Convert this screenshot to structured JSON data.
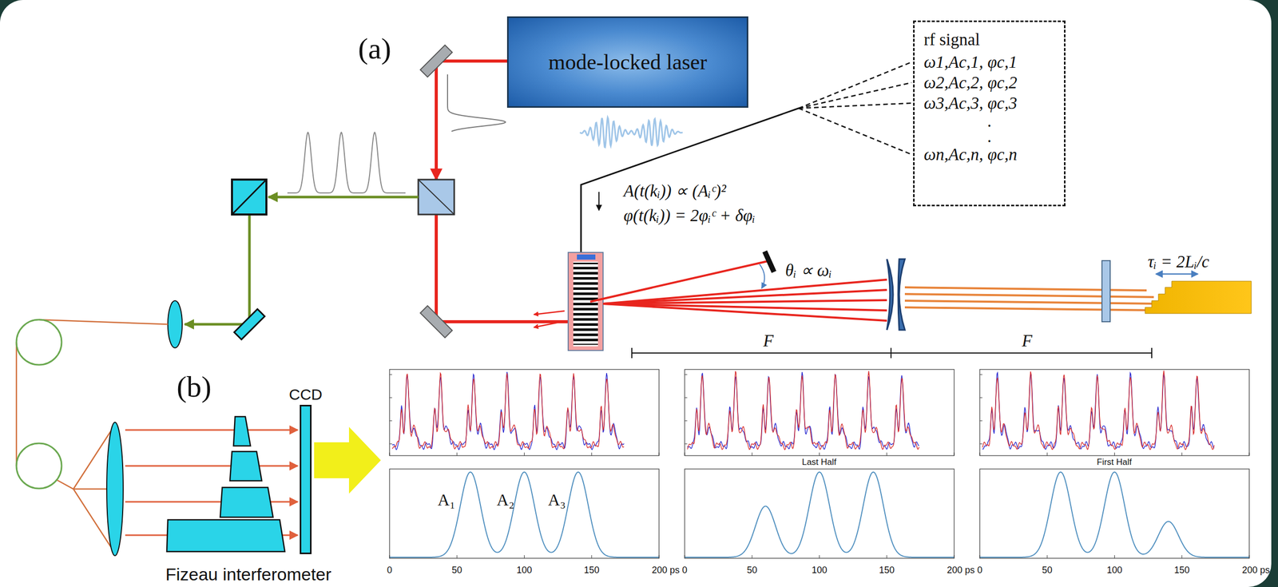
{
  "diagram": {
    "nodes": [
      {
        "text": [
          "mode-locked laser"
        ]
      },
      {
        "text": [
          "rf signal",
          "ω1,Ac,1, φc,1",
          "ω2,Ac,2, φc,2",
          "ω3,Ac,3, φc,3",
          ".",
          ".",
          "ωn,Ac,n, φc,n"
        ]
      },
      {
        "text": [
          "CCD"
        ]
      }
    ],
    "labels": [
      "(a)",
      "A(t(kᵢ)) ∝ (Aᵢᶜ)²",
      "φ(t(kᵢ)) = 2φᵢᶜ + δφᵢ",
      "θᵢ ∝ ωᵢ",
      "τᵢ = 2Lᵢ/c",
      "F",
      "F",
      "(b)",
      "Fizeau interferometer",
      "Last Half",
      "First Half",
      "A₁",
      "A₂",
      "A₃",
      "0",
      "50",
      "100",
      "150",
      "200 ps",
      "0",
      "50",
      "100",
      "150",
      "200 ps",
      "0",
      "50",
      "100",
      "150",
      "200 ps"
    ]
  }
}
